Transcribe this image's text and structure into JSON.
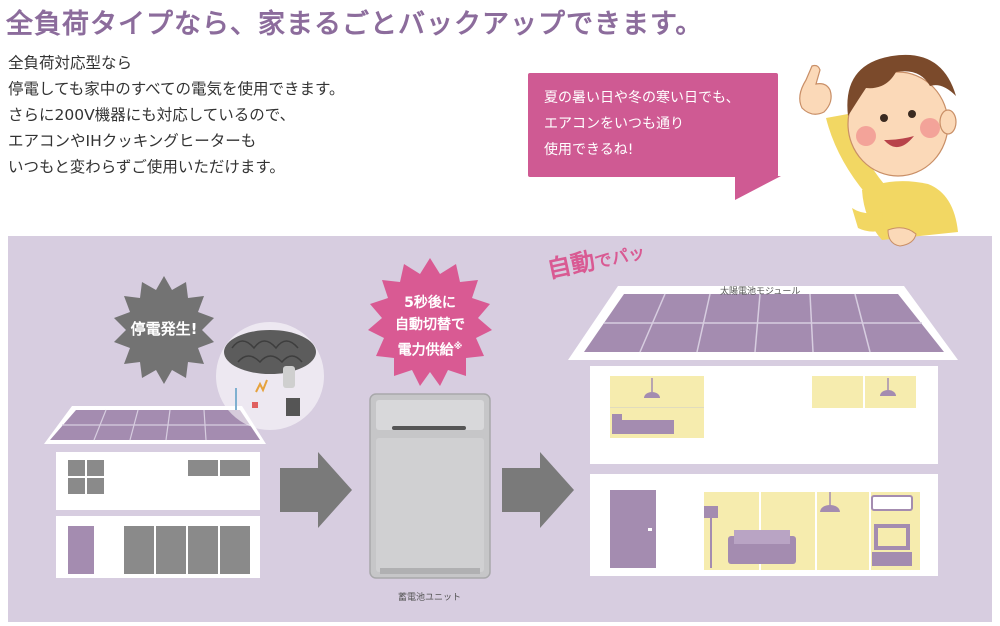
{
  "headline": "全負荷タイプなら、家まるごとバックアップできます。",
  "description": [
    "全負荷対応型なら",
    "停電しても家中のすべての電気を使用できます。",
    "さらに200V機器にも対応しているので、",
    "エアコンやIHクッキングヒーターも",
    "いつもと変わらずご使用いただけます。"
  ],
  "speech_bubble": [
    "夏の暑い日や冬の寒い日でも、",
    "エアコンをいつも通り",
    "使用できるね!"
  ],
  "outage_badge": "停電発生!",
  "switch_badge": {
    "line1": "5秒後に",
    "line2": "自動切替で",
    "line3": "電力供給",
    "mark": "※"
  },
  "auto_label": {
    "main": "自動",
    "de": "で",
    "pa": "パッ"
  },
  "solar_caption": "太陽電池モジュール",
  "battery_caption": "蓄電池ユニット",
  "colors": {
    "headline": "#8c6c9c",
    "bubble": "#cf5a93",
    "panel": "#d7cde0",
    "solar": "#a48cb0",
    "light": "#f6ecae",
    "arrow": "#7a7a7a",
    "burst_gray": "#737373",
    "burst_pink": "#d95a93"
  }
}
